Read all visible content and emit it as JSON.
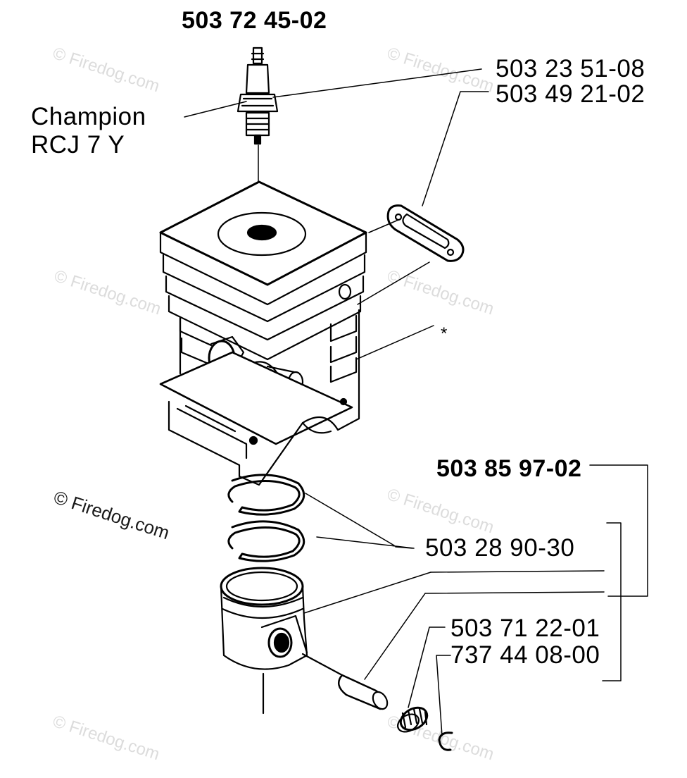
{
  "labels": {
    "spark_plug_part": "503 72 45-02",
    "spark_plug_brand": "Champion",
    "spark_plug_model": "RCJ 7 Y",
    "part_a": "503 23 51-08",
    "part_b": "503 49 21-02",
    "cylinder_note": "*",
    "kit_part": "503 85 97-02",
    "rings_part": "503 28 90-30",
    "bearing_part": "503 71 22-01",
    "circlip_part": "737 44 08-00"
  },
  "watermark": {
    "text": "© Firedog.com",
    "faint_color": "#dcdcdc",
    "strong_color": "#1a1a1a"
  },
  "colors": {
    "ink": "#000000",
    "background": "#ffffff"
  }
}
